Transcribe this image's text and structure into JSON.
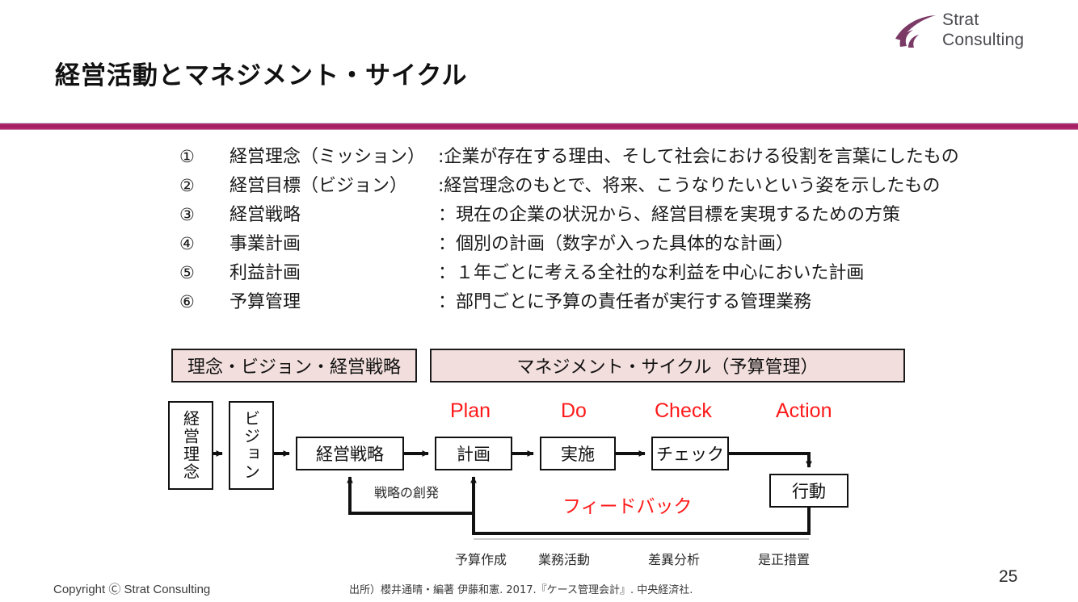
{
  "slide": {
    "title": "経営活動とマネジメント・サイクル",
    "page_number": "25",
    "accent_color": "#a01f62",
    "pink_fill": "#f2dfdd",
    "red_color": "#ff1a1a"
  },
  "logo": {
    "line1": "Strat",
    "line2": "Consulting",
    "text": "Strat\nConsulting",
    "mark_color": "#7b3a66"
  },
  "definitions": [
    {
      "num": "①",
      "term": "経営理念（ミッション）",
      "desc": ":企業が存在する理由、そして社会における役割を言葉にしたもの"
    },
    {
      "num": "②",
      "term": "経営目標（ビジョン）",
      "desc": ":経営理念のもとで、将来、こうなりたいという姿を示したもの"
    },
    {
      "num": "③",
      "term": "経営戦略",
      "desc": "：現在の企業の状況から、経営目標を実現するための方策"
    },
    {
      "num": "④",
      "term": "事業計画",
      "desc": "：個別の計画（数字が入った具体的な計画）"
    },
    {
      "num": "⑤",
      "term": "利益計画",
      "desc": "：１年ごとに考える全社的な利益を中心においた計画"
    },
    {
      "num": "⑥",
      "term": "予算管理",
      "desc": "：部門ごとに予算の責任者が実行する管理業務"
    }
  ],
  "bars": {
    "strategy": "理念・ビジョン・経営戦略",
    "cycle": "マネジメント・サイクル（予算管理）"
  },
  "diagram": {
    "boxes": {
      "rinen": "経営理念",
      "vision": "ビジョン",
      "senryaku": "経営戦略",
      "keikaku": "計画",
      "jisshi": "実施",
      "check": "チェック",
      "koudou": "行動"
    },
    "pdca": {
      "plan": "Plan",
      "do": "Do",
      "check": "Check",
      "action": "Action"
    },
    "feedback_label": "フィードバック",
    "emergence_label": "戦略の創発",
    "bottom_labels": [
      "予算作成",
      "業務活動",
      "差異分析",
      "是正措置"
    ]
  },
  "footer": {
    "copyright": "Copyright Ⓒ Strat Consulting",
    "source": "出所）櫻井通晴・編著 伊藤和憲. 2017.『ケース管理会計』. 中央経済社."
  }
}
